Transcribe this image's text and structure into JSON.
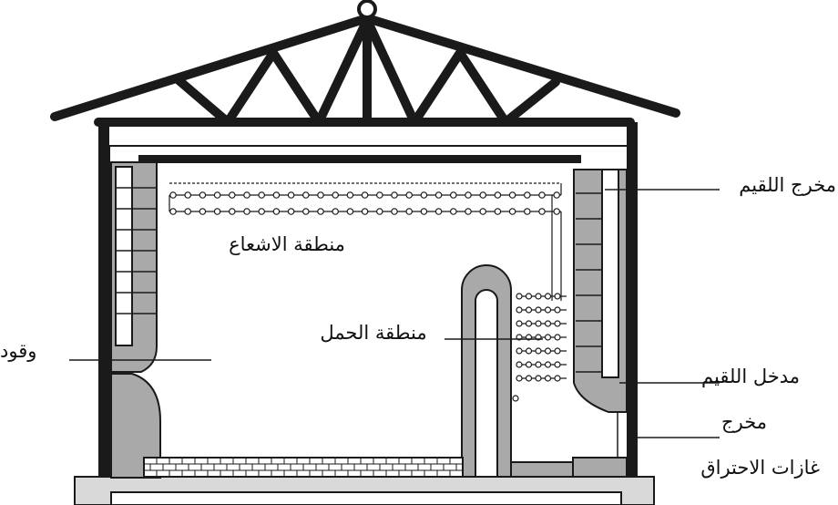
{
  "labels": {
    "radiation_zone": "منطقة الاشعاع",
    "convection_zone": "منطقة الحمل",
    "fuel": "وقود",
    "feed_outlet": "مخرج اللقيم",
    "feed_inlet": "مدخل اللقيم",
    "exhaust_outlet_line1": "مخرج",
    "exhaust_outlet_line2": "غازات الاحتراق"
  },
  "colors": {
    "structure": "#1a1a1a",
    "refractory": "#a9a9a9",
    "pipe": "#ffffff",
    "floor": "#d9d9d9"
  }
}
